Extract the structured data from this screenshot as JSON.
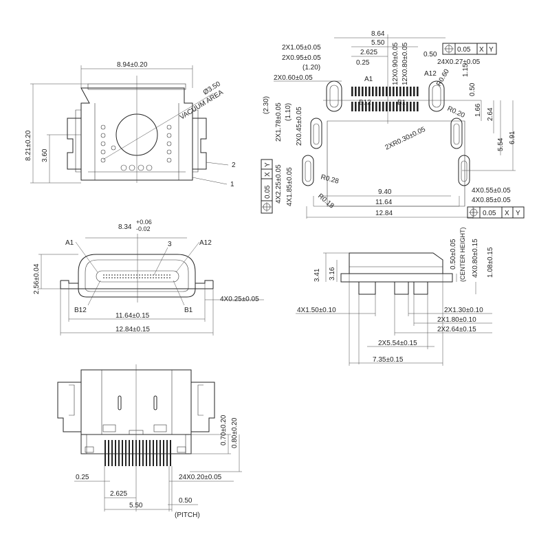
{
  "top_view": {
    "width": "8.94±0.20",
    "height": "8.21±0.20",
    "dim_360": "3.60",
    "hole": "Ø3.50",
    "vacuum": "VACUUM AREA",
    "callout_1": "1",
    "callout_2": "2"
  },
  "pcb_layout": {
    "d_864": "8.64",
    "d_550": "5.50",
    "d_2625": "2.625",
    "d_025": "0.25",
    "d_050": "0.50",
    "d_2x105": "2X1.05±0.05",
    "d_2x095": "2X0.95±0.05",
    "d_120": "(1.20)",
    "d_2x060": "2X0.60±0.05",
    "d_12x090": "12X0.90±0.05",
    "d_12x080": "12X0.80±0.05",
    "d_24x027": "24X0.27±0.05",
    "d_115": "1.15",
    "d_050b": "0.50",
    "d_r060": "R0.60",
    "d_r020": "R0.20",
    "d_166": "1.66",
    "d_264": "2.64",
    "d_554": "5.54",
    "d_691": "6.91",
    "d_230": "(2.30)",
    "d_2x178": "2X1.78±0.05",
    "d_110": "(1.10)",
    "d_2x045": "2X0.45±0.05",
    "d_2xr030": "2XR0.30±0.05",
    "d_4x225": "4X2.25±0.05",
    "d_4x185": "4X1.85±0.05",
    "d_r028": "R0.28",
    "d_r018": "R0.18",
    "d_940": "9.40",
    "d_1164": "11.64",
    "d_1284": "12.84",
    "d_4x055": "4X0.55±0.05",
    "d_4x085": "4X0.85±0.05",
    "tol": "0.05",
    "x": "X",
    "y": "Y",
    "a1": "A1",
    "a12": "A12",
    "b12": "B12",
    "b1": "B1"
  },
  "front_view": {
    "width": "8.34",
    "tol_plus": "+0.06",
    "tol_minus": "-0.02",
    "a1": "A1",
    "a12": "A12",
    "b12": "B12",
    "b1": "B1",
    "callout_3": "3",
    "height": "2.56±0.04",
    "d_4x025": "4X0.25±0.05",
    "d_1164": "11.64±0.15",
    "d_1284": "12.84±0.15"
  },
  "side_view": {
    "d_341": "3.41",
    "d_316": "3.16",
    "d_050": "0.50±0.05",
    "center_height": "(CENTER HEIGHT)",
    "d_4x080": "4X0.80±0.15",
    "d_108": "1.08±0.15",
    "d_4x150": "4X1.50±0.10",
    "d_2x130": "2X1.30±0.10",
    "d_2x180": "2X1.80±0.10",
    "d_2x264": "2X2.64±0.15",
    "d_2x554": "2X5.54±0.15",
    "d_735": "7.35±0.15"
  },
  "bottom_view": {
    "d_070": "0.70±0.20",
    "d_080": "0.80±0.20",
    "d_025": "0.25",
    "d_24x020": "24X0.20±0.05",
    "d_2625": "2.625",
    "d_050": "0.50",
    "d_550": "5.50",
    "pitch": "(PITCH)"
  }
}
